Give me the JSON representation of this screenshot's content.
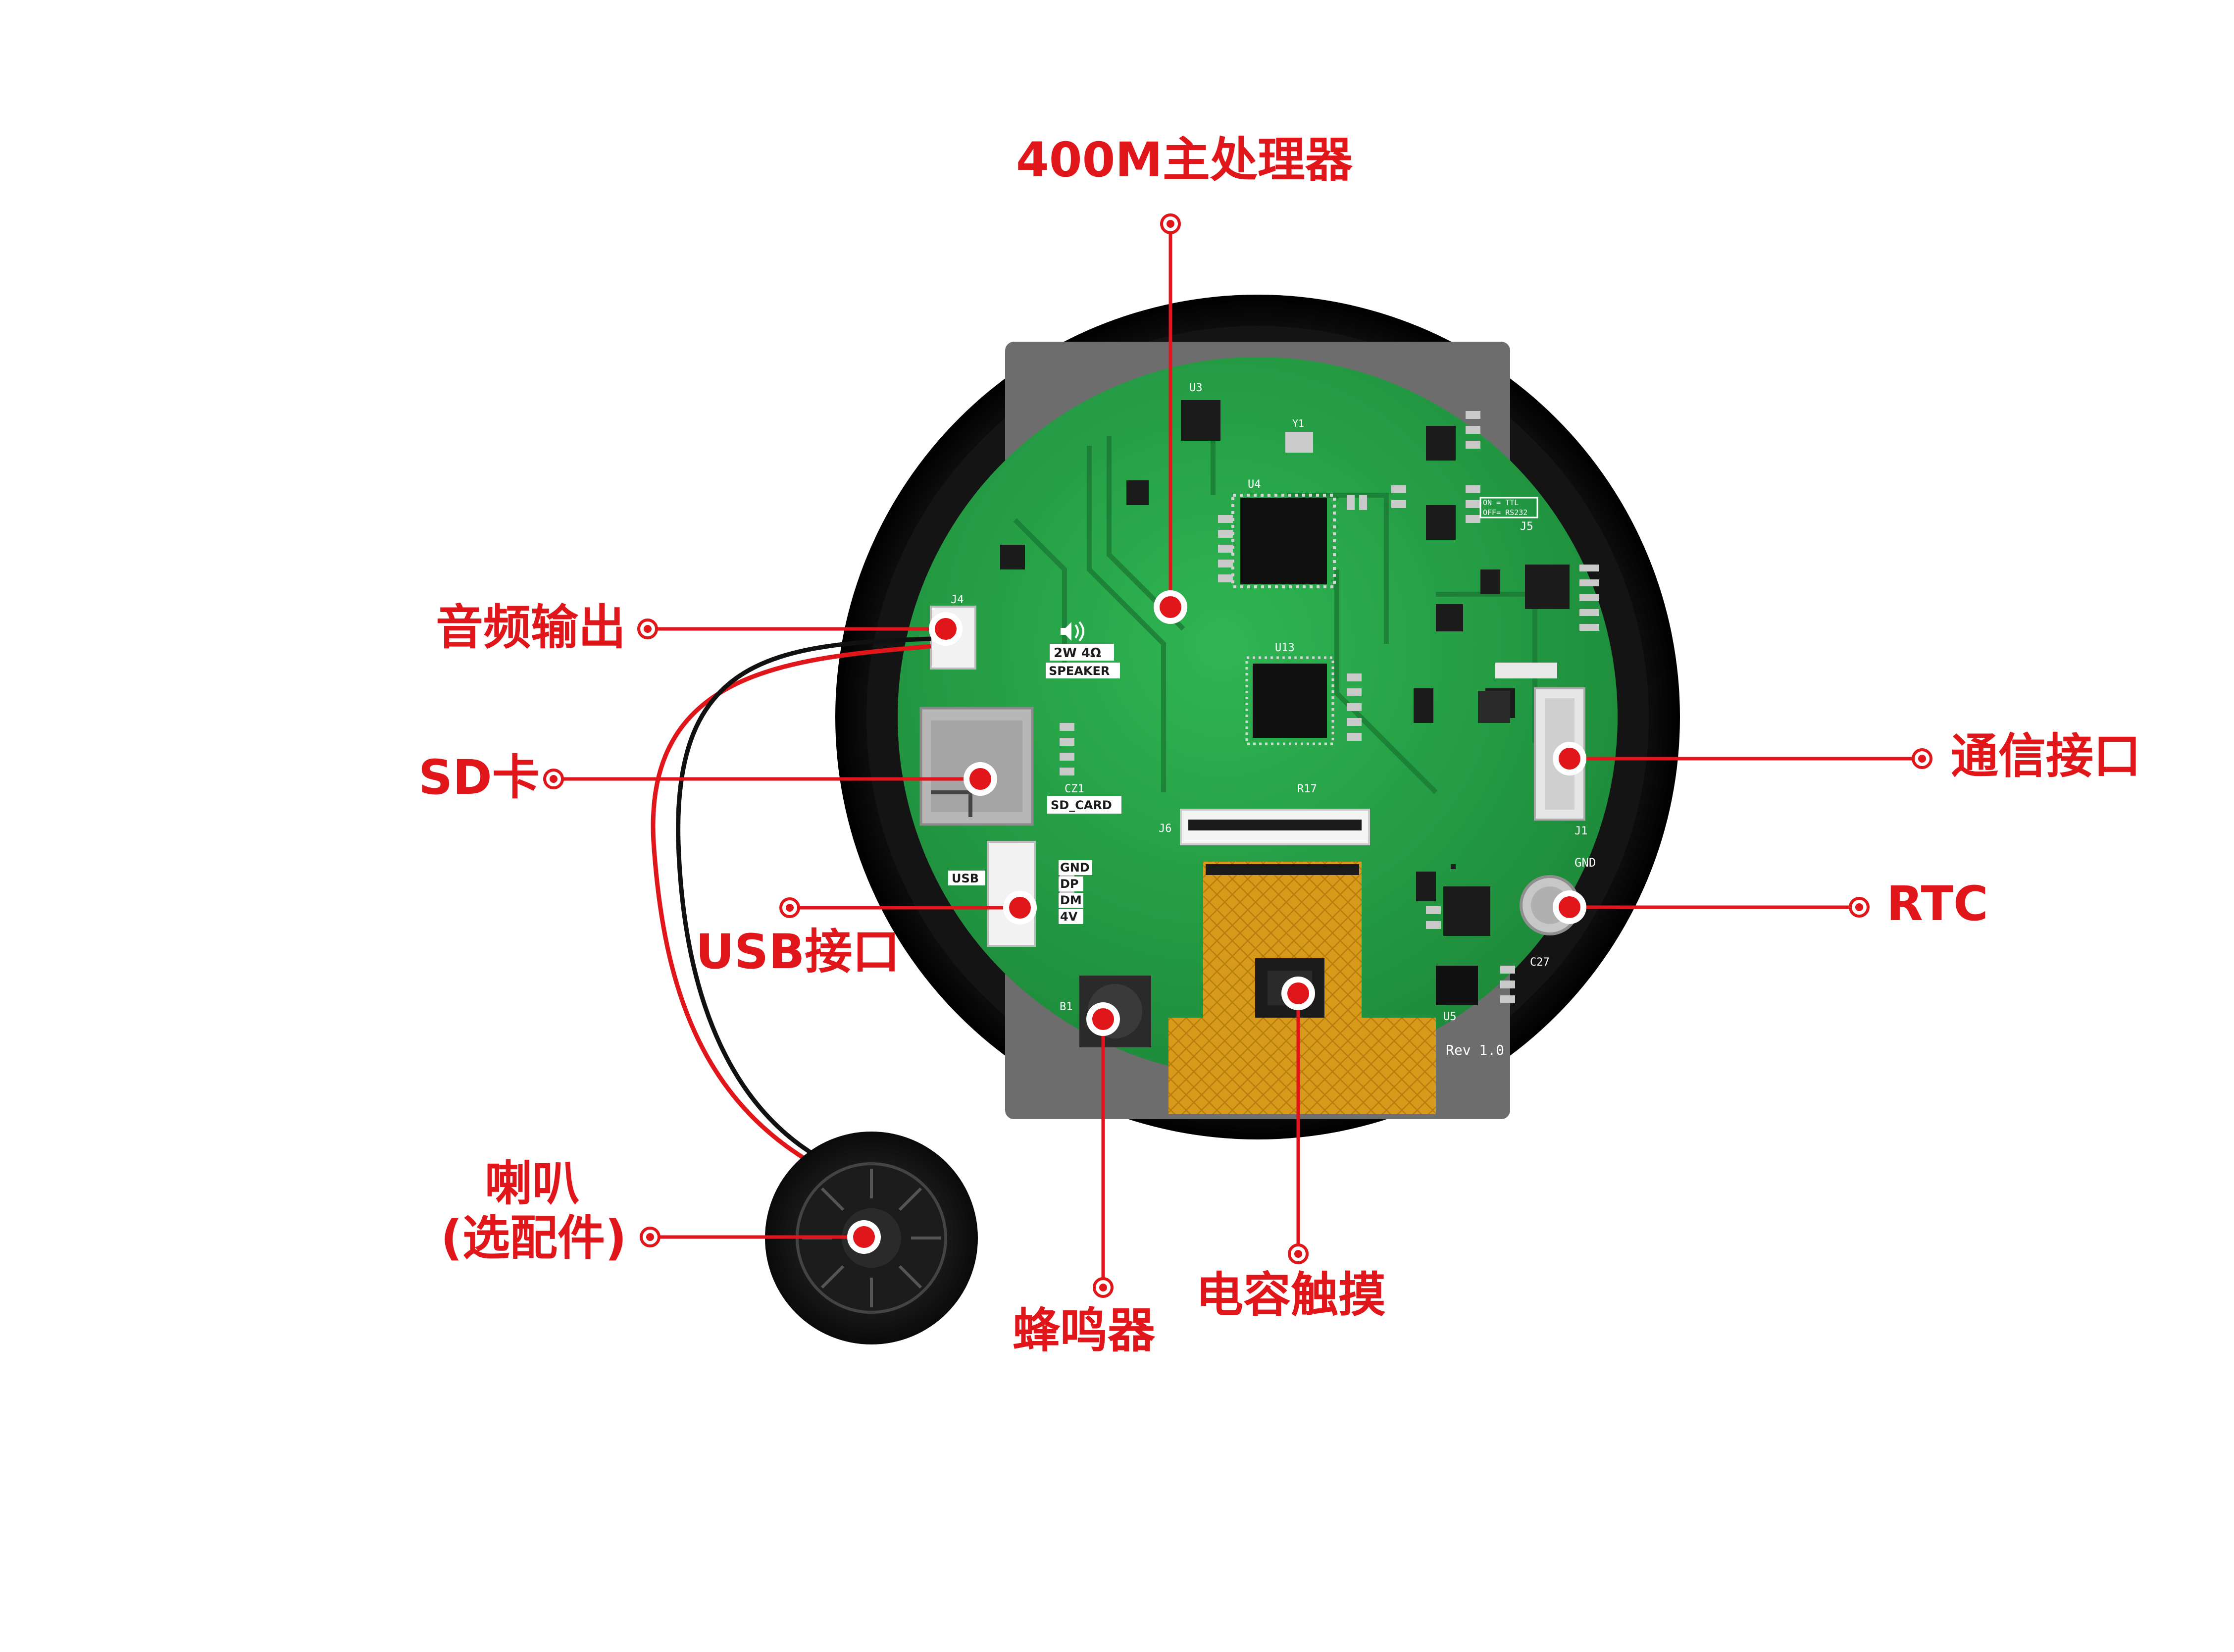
{
  "colors": {
    "accent": "#e0161b",
    "pcb_green": "#27a84a",
    "bezel": "#0b0b0b",
    "fpc": "#d79a1a"
  },
  "icons": {
    "marker": "red-dot-marker-icon",
    "speaker": "speaker-icon",
    "ic": "chip-icon"
  },
  "callouts": {
    "processor": "400M主处理器",
    "audio_out": "音频输出",
    "sd_card": "SD卡",
    "usb_port": "USB接口",
    "speaker_line1": "喇叭",
    "speaker_line2": "(选配件)",
    "buzzer": "蜂鸣器",
    "touch": "电容触摸",
    "comm_port": "通信接口",
    "rtc": "RTC"
  },
  "silkscreen": {
    "speaker_spec": "2W 4Ω",
    "speaker": "SPEAKER",
    "sd_card": "SD_CARD",
    "usb": "USB",
    "usb_gnd": "GND",
    "usb_dp": "DP",
    "usb_dm": "DM",
    "usb_4v": "4V",
    "gnd": "GND",
    "rev": "Rev 1.0",
    "j5": "J5",
    "on_ttl": "ON = TTL",
    "off_rs": "OFF= RS232",
    "u3": "U3",
    "u4": "U4",
    "u13": "U13",
    "j4": "J4",
    "j1": "J1",
    "j6": "J6",
    "cz1": "CZ1",
    "b1": "B1",
    "r17": "R17",
    "c27": "C27",
    "u5": "U5",
    "y1": "Y1"
  }
}
